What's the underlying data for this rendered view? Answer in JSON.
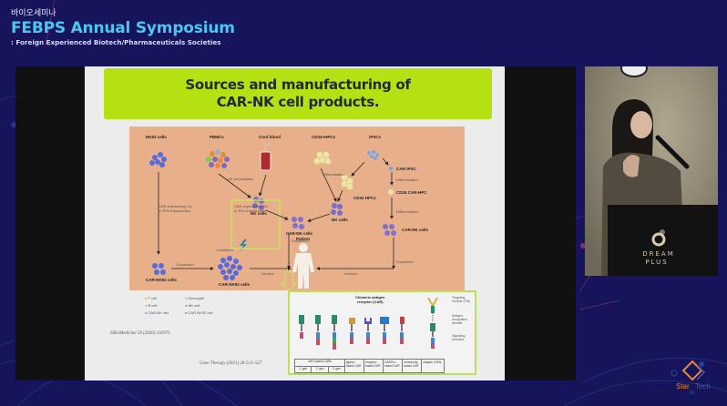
{
  "header": {
    "korean_label": "바이오세미나",
    "title": "FEBPS Annual Symposium",
    "subtitle": ": Foreign Experienced Biotech/Pharmaceuticals Societies"
  },
  "slide": {
    "title_line1": "Sources and manufacturing of",
    "title_line2": "CAR-NK cell products.",
    "figure": {
      "sources": [
        "NK92 cells",
        "PBMCs",
        "Cord blood",
        "CD34+HPCs",
        "iPSCs"
      ],
      "labels": {
        "nk_isolation": "NK cell isolation",
        "car_transduction_1": "CAR-expressing LVs",
        "car_transduction_2": "or RVs  transduction",
        "differentiation": "Differentiation",
        "cd34_hpcs": "CD34 HPCs",
        "car_ipsc": "CAR-iPSC",
        "cd34_car_hpc": "CD34 CAR-HPC",
        "nk_cells": "NK cells",
        "car_nk_cells": "CAR-NK cells",
        "car_nk92_cells": "CAR-NK92 cells",
        "irradiation": "Irradiation",
        "expansion": "Expansion",
        "infusion": "Infusion",
        "patient": "Patient"
      },
      "legend": [
        {
          "label": "T cell",
          "color": "#e88a3a"
        },
        {
          "label": "Monocyte",
          "color": "#7ccf4a"
        },
        {
          "label": "B cell",
          "color": "#8fb6c8"
        },
        {
          "label": "NK cell",
          "color": "#7a6cc8"
        },
        {
          "label": "CAR-NK cell",
          "color": "#8070d0"
        },
        {
          "label": "CAR-NK92 cell",
          "color": "#5a6ad8"
        }
      ]
    },
    "car_panel": {
      "title_line1": "Chimeric antigen",
      "title_line2": "receptor (CAR)",
      "side_labels": [
        "Targeting module (TM)",
        "Antigen-recognition domain",
        "Signaling domains"
      ],
      "groups": [
        "scFv-based CARs",
        "ligand-based CAR",
        "receptor-based CAR",
        "DARPin-based CAR",
        "monobody-based CAR",
        "adapter CARs"
      ],
      "generations": [
        "1. gen",
        "2. gen",
        "3. gen"
      ]
    },
    "citation_1": "EBioMedicine 59 (2020) 102975",
    "citation_2": "Gene Therapy (2021) 28:513–527"
  },
  "video": {
    "podium_brand_line1": "DREAM",
    "podium_brand_line2": "PLUS"
  },
  "watermark": {
    "left": "Star",
    "right": "Tech",
    "sub": "in"
  }
}
